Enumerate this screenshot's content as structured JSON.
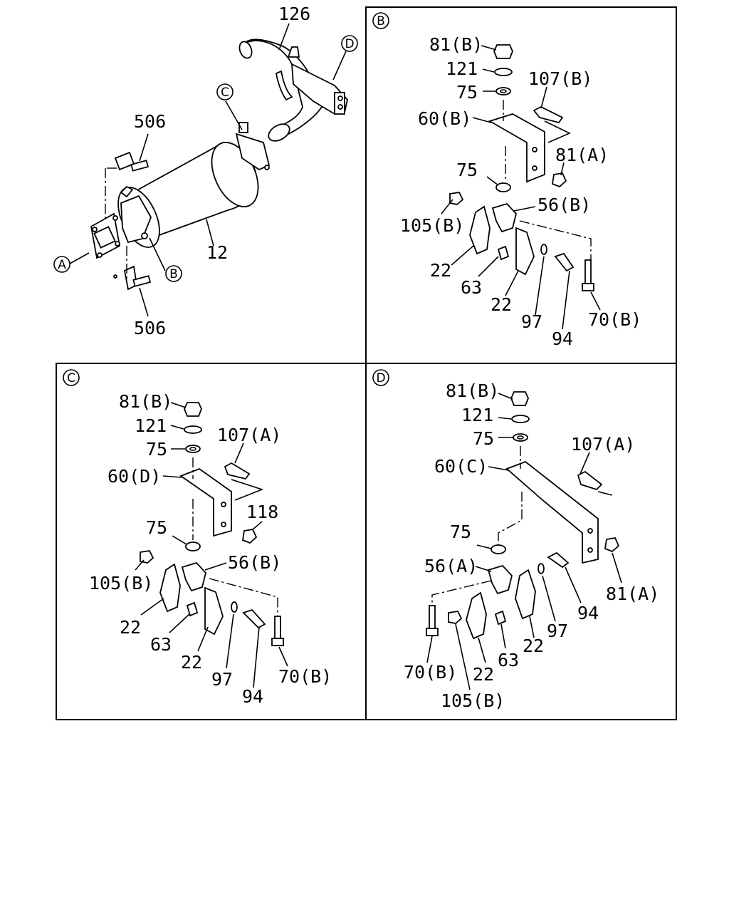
{
  "main_view": {
    "labels": {
      "l126": "126",
      "l506_top": "506",
      "l506_bot": "506",
      "l12": "12"
    },
    "markers": {
      "a": "A",
      "b": "B",
      "c": "C",
      "d": "D"
    }
  },
  "panel_b": {
    "marker": "B",
    "labels": {
      "l81b": "81(B)",
      "l121": "121",
      "l75_top": "75",
      "l107b": "107(B)",
      "l60b": "60(B)",
      "l81a": "81(A)",
      "l75_mid": "75",
      "l56b": "56(B)",
      "l105b": "105(B)",
      "l22_left": "22",
      "l63": "63",
      "l22_right": "22",
      "l97": "97",
      "l94": "94",
      "l70b": "70(B)"
    }
  },
  "panel_c": {
    "marker": "C",
    "labels": {
      "l81b": "81(B)",
      "l121": "121",
      "l107a": "107(A)",
      "l75_top": "75",
      "l60d": "60(D)",
      "l118": "118",
      "l75_mid": "75",
      "l56b": "56(B)",
      "l105b": "105(B)",
      "l22_left": "22",
      "l63": "63",
      "l22_right": "22",
      "l97": "97",
      "l94": "94",
      "l70b": "70(B)"
    }
  },
  "panel_d": {
    "marker": "D",
    "labels": {
      "l81b": "81(B)",
      "l121": "121",
      "l75_top": "75",
      "l107a": "107(A)",
      "l60c": "60(C)",
      "l75_mid": "75",
      "l56a": "56(A)",
      "l81a": "81(A)",
      "l94": "94",
      "l97": "97",
      "l22_right": "22",
      "l63": "63",
      "l22_left": "22",
      "l70b": "70(B)",
      "l105b": "105(B)"
    }
  }
}
